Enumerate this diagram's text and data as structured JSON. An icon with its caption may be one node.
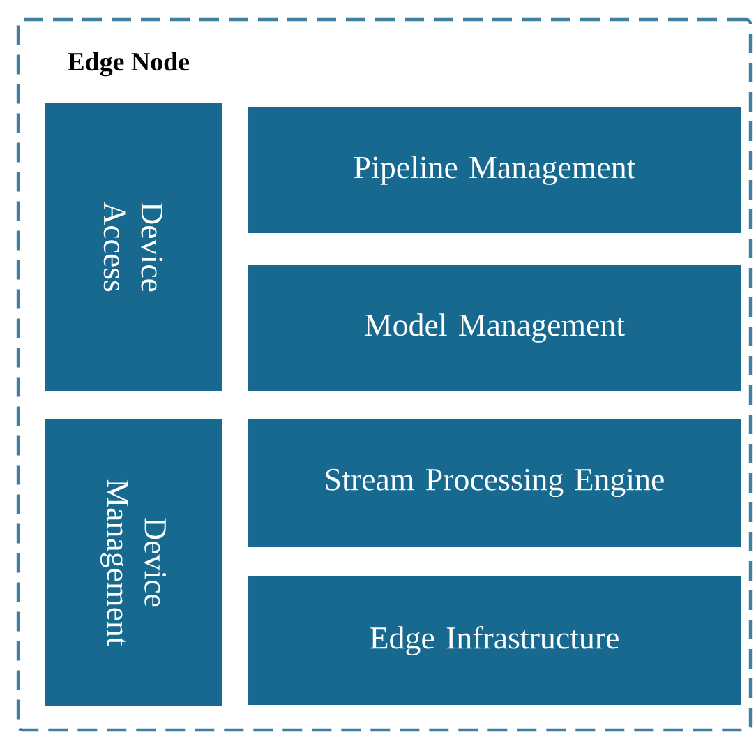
{
  "diagram": {
    "nodes": [
      {
        "text": [
          "Edge Node"
        ]
      },
      {
        "text": [
          "Device Access"
        ],
        "in": 0
      },
      {
        "text": [
          "Pipeline Management"
        ],
        "in": 0
      },
      {
        "text": [
          "Model Management"
        ],
        "in": 0
      },
      {
        "text": [
          "Device Management"
        ],
        "in": 0
      },
      {
        "text": [
          "Stream Processing Engine"
        ],
        "in": 0
      },
      {
        "text": [
          "Edge Infrastructure"
        ],
        "in": 0
      }
    ]
  }
}
